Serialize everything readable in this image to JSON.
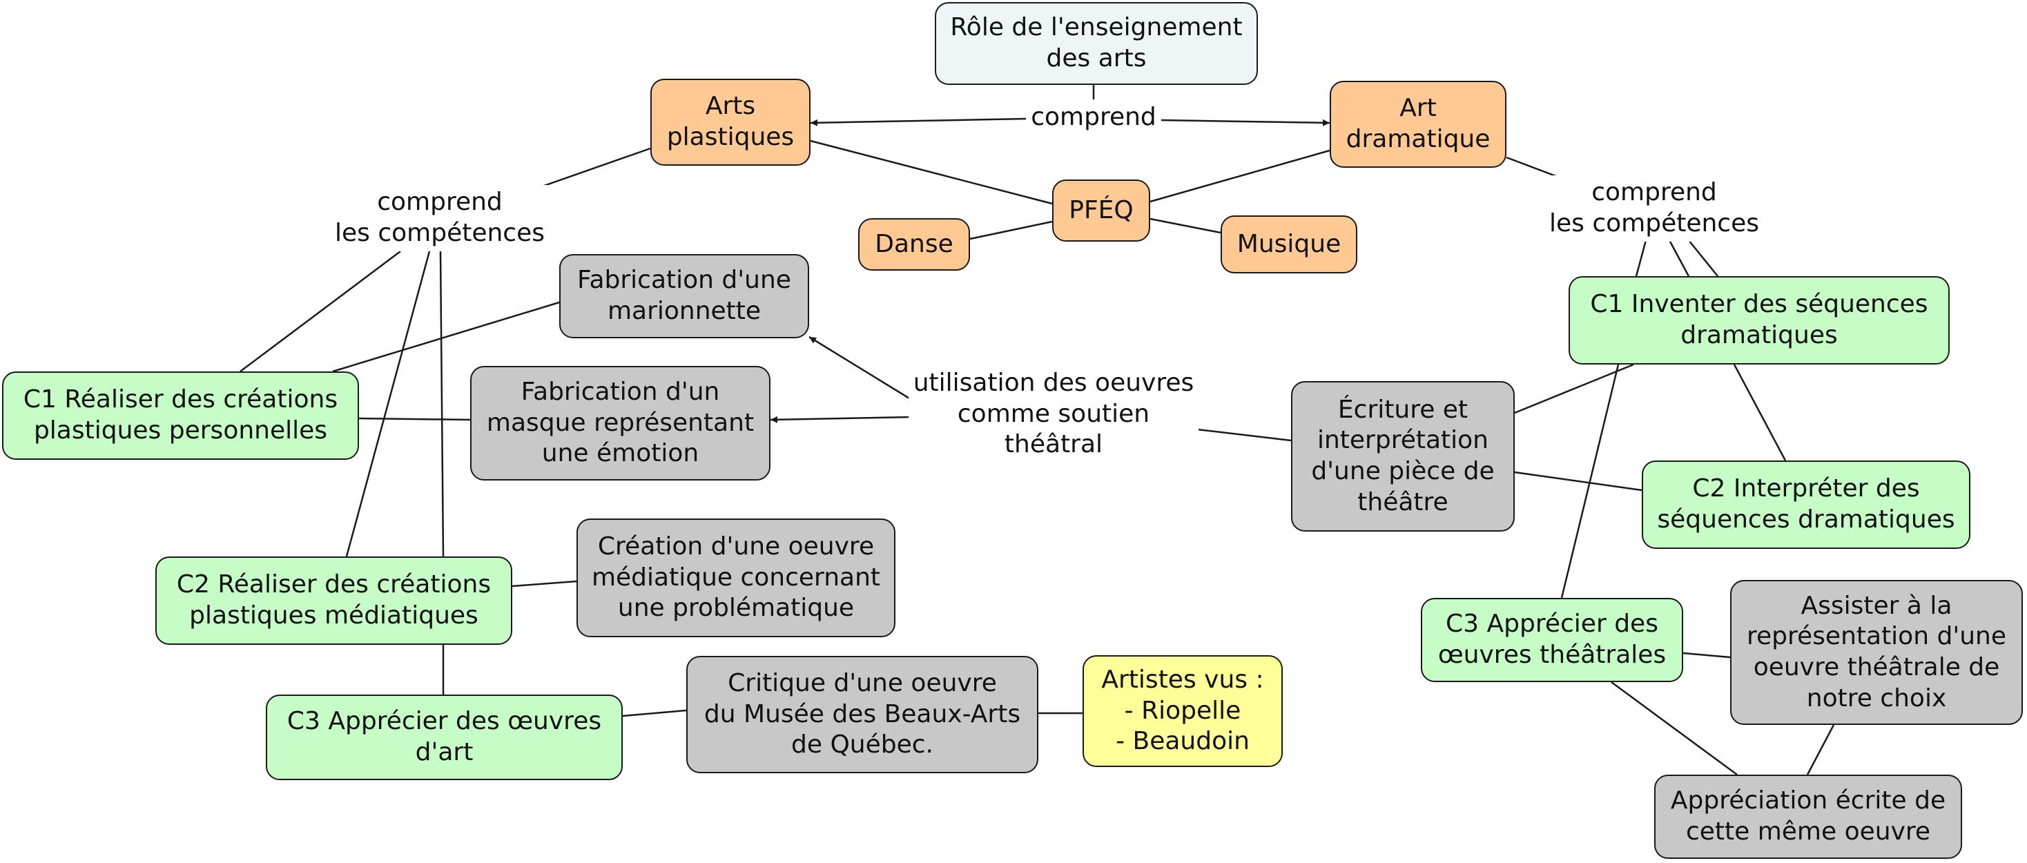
{
  "colors": {
    "root": "#eef5f7",
    "discipline": "#ffc993",
    "competence": "#c6fcc6",
    "project": "#c8c8c8",
    "highlight": "#ffff9a",
    "line": "#1a1a1a"
  },
  "nodes": {
    "role": "Rôle de l'enseignement\ndes arts",
    "arts_plast": "Arts\nplastiques",
    "art_dram": "Art\ndramatique",
    "pfeq": "PFÉQ",
    "danse": "Danse",
    "musique": "Musique",
    "marionnette": "Fabrication d'une\nmarionnette",
    "masque": "Fabrication d'un\nmasque représentant\nune émotion",
    "c1_plast": "C1 Réaliser des créations\nplastiques personnelles",
    "c2_plast": "C2 Réaliser des créations\nplastiques médiatiques",
    "c3_plast": "C3 Apprécier des œuvres\nd'art",
    "creation": "Création d'une oeuvre\nmédiatique concernant\nune problématique",
    "critique": "Critique d'une oeuvre\ndu Musée des Beaux-Arts\nde Québec.",
    "artistes": "Artistes vus :\n- Riopelle\n- Beaudoin",
    "ecriture": "Écriture et\ninterprétation\nd'une pièce de\nthéâtre",
    "c1_dram": "C1 Inventer des séquences\ndramatiques",
    "c2_dram": "C2 Interpréter des\nséquences dramatiques",
    "c3_dram": "C3 Apprécier des\nœuvres théâtrales",
    "assister": "Assister à la\nreprésentation d'une\noeuvre théâtrale de\nnotre choix",
    "appreciation": "Appréciation écrite de\ncette même oeuvre"
  },
  "labels": {
    "comprend_top": "comprend",
    "comp_left": "comprend\nles compétences",
    "comp_right": "comprend\nles compétences",
    "utilisation": "utilisation des oeuvres\ncomme soutien\nthéâtral"
  }
}
